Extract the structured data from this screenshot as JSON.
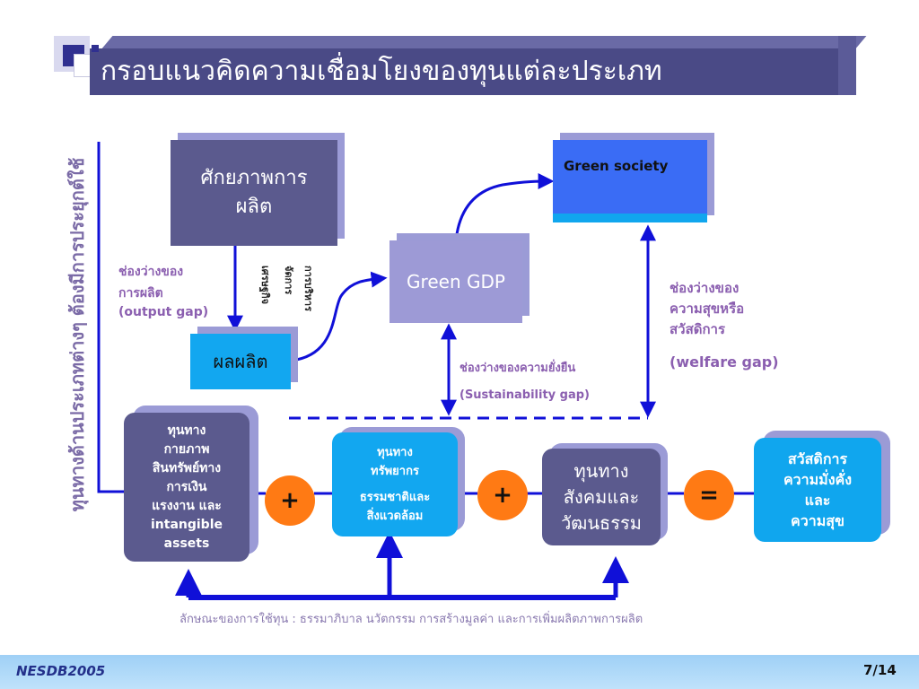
{
  "title": "กรอบแนวคิดความเชื่อมโยงของทุนแต่ละประเภท",
  "side_text": "ทุนทางด้านประเภทต่างๆ ต้องมีการประยุกต์ใช้",
  "nodes": {
    "potential": "ศักยภาพการ\nผลิต",
    "output": "ผลผลิต",
    "green_gdp": "Green GDP",
    "green_society": "Green society",
    "capital_financial": "ทุนทาง\nกายภาพ\nสินทรัพย์ทาง\nการเงิน\nแรงงาน และ\nintangible\nassets",
    "capital_resources_title": "ทุนทาง\nทรัพยากร",
    "capital_resources_sub": "ธรรมชาติและ\nสิ่งแวดล้อม",
    "capital_social": "ทุนทาง\nสังคมและ\nวัฒนธรรม",
    "welfare": "สวัสดิการ\nความมั่งคั่ง\nและ\nความสุข"
  },
  "operators": {
    "plus1": "+",
    "plus2": "+",
    "equals": "="
  },
  "gaps": {
    "output_line1": "ช่องว่างของ",
    "output_line2": "การผลิต",
    "output_en": "(output gap)",
    "sustainability_th": "ช่องว่างของความยั่งยืน",
    "sustainability_en": "(Sustainability gap)",
    "welfare_th": "ช่องว่างของ\nความสุขหรือ\nสวัสดิการ",
    "welfare_en": "(welfare gap)"
  },
  "economy_labels": {
    "col1": "การบริหาร",
    "col2": "จัดการ",
    "col3": "เศรษฐกิจ"
  },
  "footnote": "ลักษณะของการใช้ทุน :  ธรรมาภิบาล  นวัตกรรม  การสร้างมูลค่า และการเพิ่มผลิตภาพการผลิต",
  "footer": {
    "org": "NESDB2005",
    "page": "7/14"
  },
  "colors": {
    "title_bar": "#4a4a86",
    "arrow": "#1010d8",
    "operator": "#ff7a14",
    "cyan": "#12a7f0",
    "label": "#8b5fb0"
  }
}
